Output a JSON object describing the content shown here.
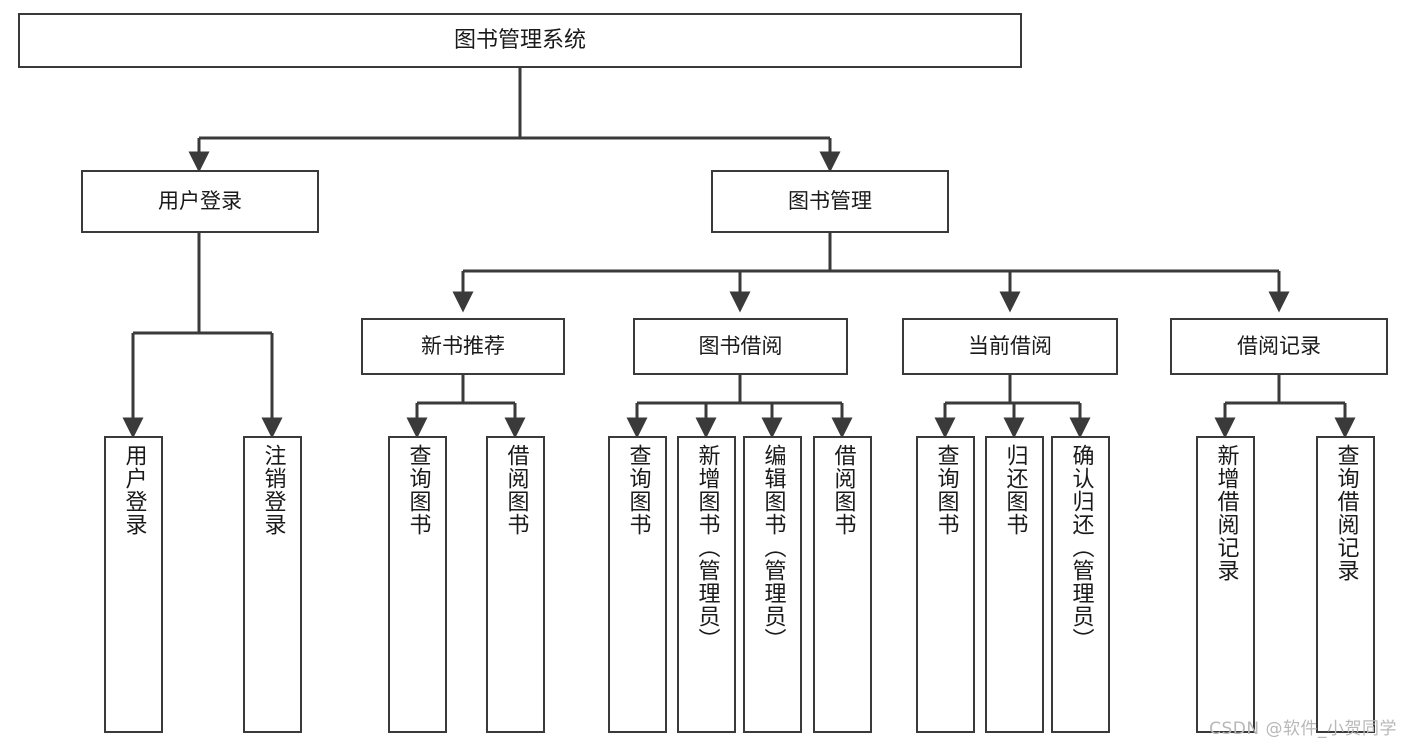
{
  "diagram": {
    "title": "图书管理系统",
    "watermark": "CSDN @软件_小贺同学",
    "colors": {
      "box_border": "#3a3a3a",
      "box_fill": "#ffffff",
      "edge": "#3a3a3a",
      "text": "#1a1a1a",
      "watermark": "#b8b8b8",
      "background": "#ffffff"
    },
    "root": {
      "label": "图书管理系统"
    },
    "level1": [
      {
        "label": "用户登录"
      },
      {
        "label": "图书管理"
      }
    ],
    "level2": [
      {
        "label": "新书推荐"
      },
      {
        "label": "图书借阅"
      },
      {
        "label": "当前借阅"
      },
      {
        "label": "借阅记录"
      }
    ],
    "leaves": {
      "user_login": [
        {
          "label": "用户登录"
        },
        {
          "label": "注销登录"
        }
      ],
      "new_book_recommend": [
        {
          "label": "查询图书"
        },
        {
          "label": "借阅图书"
        }
      ],
      "book_borrow": [
        {
          "label": "查询图书"
        },
        {
          "label": "新增图书（管理员）"
        },
        {
          "label": "编辑图书（管理员）"
        },
        {
          "label": "借阅图书"
        }
      ],
      "current_borrow": [
        {
          "label": "查询图书"
        },
        {
          "label": "归还图书"
        },
        {
          "label": "确认归还（管理员）"
        }
      ],
      "borrow_record": [
        {
          "label": "新增借阅记录"
        },
        {
          "label": "查询借阅记录"
        }
      ]
    }
  }
}
